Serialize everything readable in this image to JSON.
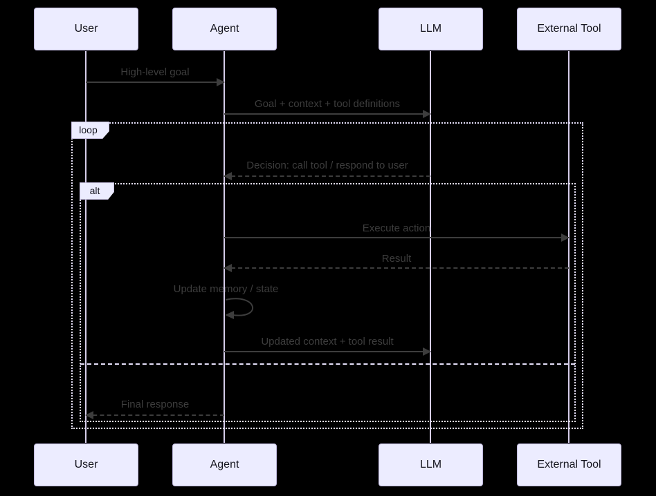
{
  "diagram": {
    "type": "sequence-diagram",
    "actors": [
      {
        "name": "User"
      },
      {
        "name": "Agent"
      },
      {
        "name": "LLM"
      },
      {
        "name": "External Tool"
      }
    ],
    "frames": [
      {
        "kind": "loop",
        "label": "loop"
      },
      {
        "kind": "alt",
        "label": "alt"
      }
    ],
    "messages": [
      {
        "from": "User",
        "to": "Agent",
        "label": "High-level goal",
        "style": "solid"
      },
      {
        "from": "Agent",
        "to": "LLM",
        "label": "Goal + context + tool definitions",
        "style": "solid"
      },
      {
        "from": "LLM",
        "to": "Agent",
        "label": "Decision: call tool / respond to user",
        "style": "dashed"
      },
      {
        "from": "Agent",
        "to": "External Tool",
        "label": "Execute action",
        "style": "solid"
      },
      {
        "from": "External Tool",
        "to": "Agent",
        "label": "Result",
        "style": "dashed"
      },
      {
        "from": "Agent",
        "to": "Agent",
        "label": "Update memory / state",
        "style": "self"
      },
      {
        "from": "Agent",
        "to": "LLM",
        "label": "Updated context + tool result",
        "style": "solid"
      },
      {
        "from": "Agent",
        "to": "User",
        "label": "Final response",
        "style": "dashed"
      }
    ],
    "colors": {
      "background": "#000000",
      "actor_fill": "#ECECFF",
      "actor_border": "#bfb8dd",
      "actor_text": "#15151f",
      "lifeline": "#d6cdea",
      "message_line": "#3d3d3d",
      "message_text": "#3d3d3d",
      "frame_border": "#e6e0fa",
      "frame_tab_fill": "#ECECFF"
    }
  }
}
